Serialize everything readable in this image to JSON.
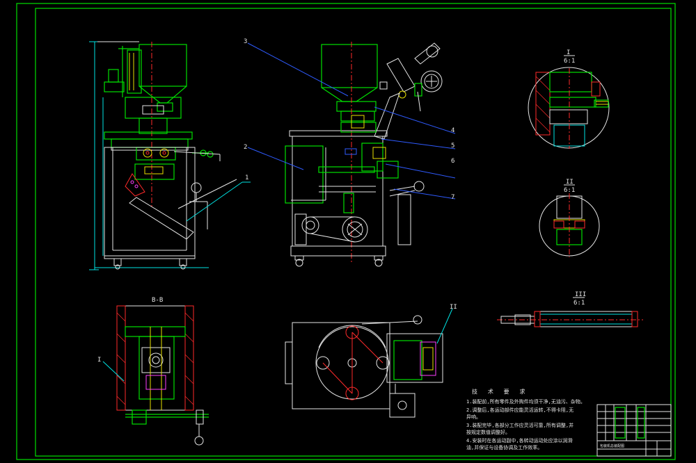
{
  "drawing": {
    "sections": {
      "detail_I": {
        "roman": "I",
        "scale": "6:1"
      },
      "detail_II": {
        "roman": "II",
        "scale": "6:1"
      },
      "detail_III": {
        "roman": "III",
        "scale": "6:1"
      },
      "section_bb": "B-B"
    },
    "leaders": {
      "front_1": "1",
      "side_2": "2",
      "side_3": "3",
      "side_4": "4",
      "side_5": "5",
      "side_6": "6",
      "side_7": "7",
      "bb_I": "I",
      "plan_II": "II"
    },
    "tech_notes": {
      "title": "技 术 要 求",
      "lines": [
        "1.装配前,所有零件及外购件均须干净,无油污、杂物。",
        "2.调整后,各运动部件应能灵活运转,不得卡阻,无",
        "异响。",
        "3.装配完毕,各部分工作应灵活可靠,所有调整,并",
        "按规定数值调整好。",
        "4.安装时在各运动副中,各转动运动处应涂以润滑",
        "油,并保证与设备协调及工作效率。"
      ]
    },
    "title_block": {
      "name": "包装机总装配图"
    }
  }
}
